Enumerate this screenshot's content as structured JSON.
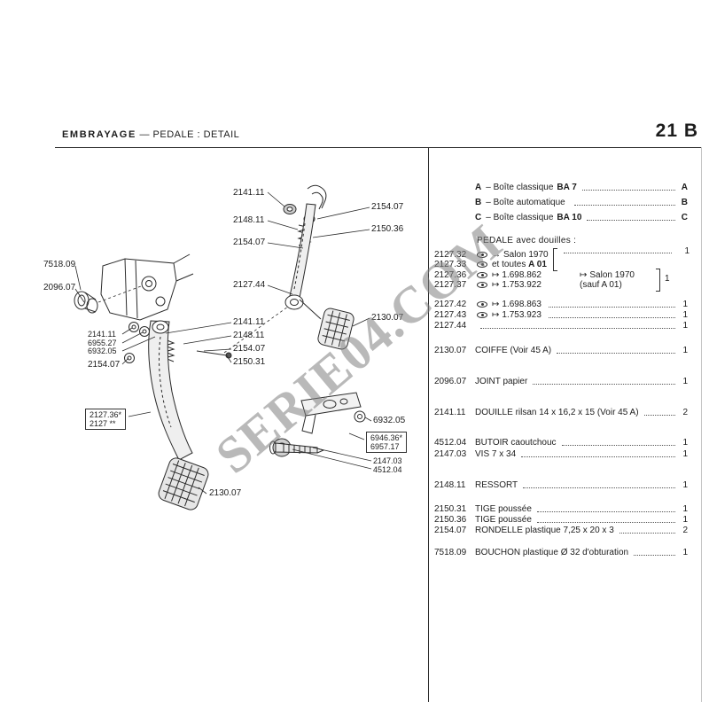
{
  "header": {
    "section": "EMBRAYAGE",
    "dash": "—",
    "subtitle": "PEDALE : DETAIL",
    "page_number": "21 B"
  },
  "watermark": "SERIE04.COM",
  "diagram": {
    "labels": [
      "2141.11",
      "2154.07",
      "2148.11",
      "2150.36",
      "2154.07",
      "7518.09",
      "2096.07",
      "2127.44",
      "2130.07",
      "2141.11",
      "6955.27",
      "6932.05",
      "2141.11",
      "2148.11",
      "2154.07",
      "2154.07",
      "2150.31",
      "2127.36*",
      "2127 **",
      "6932.05",
      "6946.36*",
      "6957.17",
      "2147.03",
      "4512.04",
      "2130.07"
    ]
  },
  "parts": {
    "options": [
      {
        "key": "A",
        "desc": "– Boîte classique",
        "bold": "BA 7",
        "ref": "A"
      },
      {
        "key": "B",
        "desc": "– Boîte automatique",
        "bold": "",
        "ref": "B"
      },
      {
        "key": "C",
        "desc": "– Boîte classique",
        "bold": "BA 10",
        "ref": "C"
      }
    ],
    "pedal_group": {
      "title": "PEDALE avec douilles :",
      "r32": {
        "ref": "2127.32",
        "arrow": "→",
        "text": "Salon 1970",
        "qty": "1"
      },
      "r33": {
        "ref": "2127.33",
        "text": "et toutes",
        "bold": "A 01"
      },
      "r36": {
        "ref": "2127.36",
        "arrow": "↦",
        "num": "1.698.862"
      },
      "r37": {
        "ref": "2127.37",
        "arrow": "↦",
        "num": "1.753.922"
      },
      "sub": {
        "arrow": "↦",
        "line1": "Salon 1970",
        "line2": "(sauf A 01)",
        "qty": "1"
      },
      "r42": {
        "ref": "2127.42",
        "arrow": "↦",
        "num": "1.698.863",
        "qty": "1"
      },
      "r43": {
        "ref": "2127.43",
        "arrow": "↦",
        "num": "1.753.923",
        "qty": "1"
      },
      "r44": {
        "ref": "2127.44",
        "qty": "1"
      }
    },
    "list": [
      {
        "ref": "2130.07",
        "desc": "COIFFE (Voir 45 A)",
        "qty": "1"
      },
      {
        "ref": "2096.07",
        "desc": "JOINT papier",
        "qty": "1"
      },
      {
        "ref": "2141.11",
        "desc": "DOUILLE rilsan 14 x 16,2 x 15 (Voir 45 A)",
        "qty": "2"
      },
      {
        "ref": "4512.04",
        "desc": "BUTOIR caoutchouc",
        "qty": "1"
      },
      {
        "ref": "2147.03",
        "desc": "VIS 7 x 34",
        "qty": "1"
      },
      {
        "ref": "2148.11",
        "desc": "RESSORT",
        "qty": "1"
      },
      {
        "ref": "2150.31",
        "desc": "TIGE poussée",
        "qty": "1"
      },
      {
        "ref": "2150.36",
        "desc": "TIGE poussée",
        "qty": "1"
      },
      {
        "ref": "2154.07",
        "desc": "RONDELLE plastique 7,25 x 20 x 3",
        "qty": "2"
      },
      {
        "ref": "7518.09",
        "desc": "BOUCHON plastique Ø 32 d'obturation",
        "qty": "1"
      }
    ]
  }
}
